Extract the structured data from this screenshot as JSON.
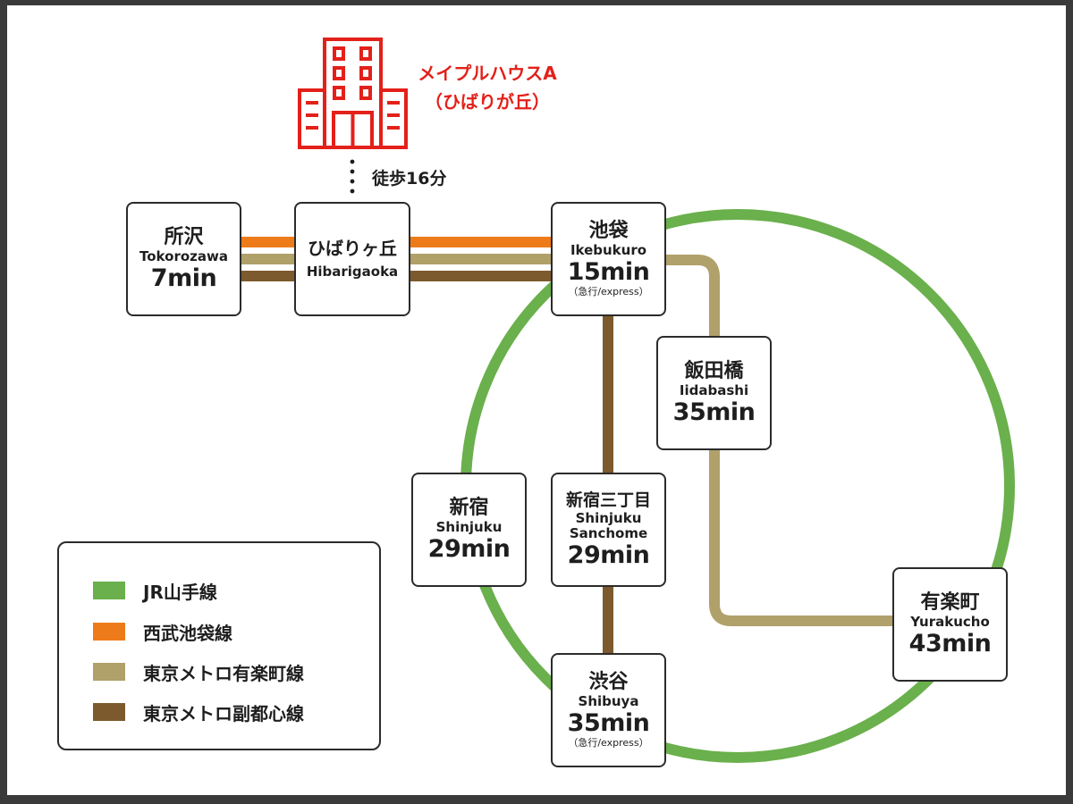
{
  "destination": {
    "name_line1": "メイプルハウスA",
    "name_line2": "（ひばりが丘）",
    "walk": "徒歩16分",
    "icon": "apartment-building-icon"
  },
  "stations": {
    "tokorozawa": {
      "jp": "所沢",
      "en": "Tokorozawa",
      "time": "7min"
    },
    "hibarigaoka": {
      "jp": "ひばりヶ丘",
      "en": "Hibarigaoka"
    },
    "ikebukuro": {
      "jp": "池袋",
      "en": "Ikebukuro",
      "time": "15min",
      "note": "（急行/express）"
    },
    "iidabashi": {
      "jp": "飯田橋",
      "en": "Iidabashi",
      "time": "35min"
    },
    "shinjuku": {
      "jp": "新宿",
      "en": "Shinjuku",
      "time": "29min"
    },
    "shinjuku_sanchome": {
      "jp": "新宿三丁目",
      "en_line1": "Shinjuku",
      "en_line2": "Sanchome",
      "time": "29min"
    },
    "yurakucho": {
      "jp": "有楽町",
      "en": "Yurakucho",
      "time": "43min"
    },
    "shibuya": {
      "jp": "渋谷",
      "en": "Shibuya",
      "time": "35min",
      "note": "（急行/express）"
    }
  },
  "legend": [
    {
      "label": "JR山手線",
      "color": "#6ab04c"
    },
    {
      "label": "西武池袋線",
      "color": "#ee7b1a"
    },
    {
      "label": "東京メトロ有楽町線",
      "color": "#b0a06a"
    },
    {
      "label": "東京メトロ副都心線",
      "color": "#7d5a2e"
    }
  ],
  "colors": {
    "accent_red": "#e3211a",
    "yamanote": "#6ab04c",
    "seibu": "#ee7b1a",
    "yurakucho_line": "#b0a06a",
    "fukutoshin": "#7d5a2e"
  }
}
